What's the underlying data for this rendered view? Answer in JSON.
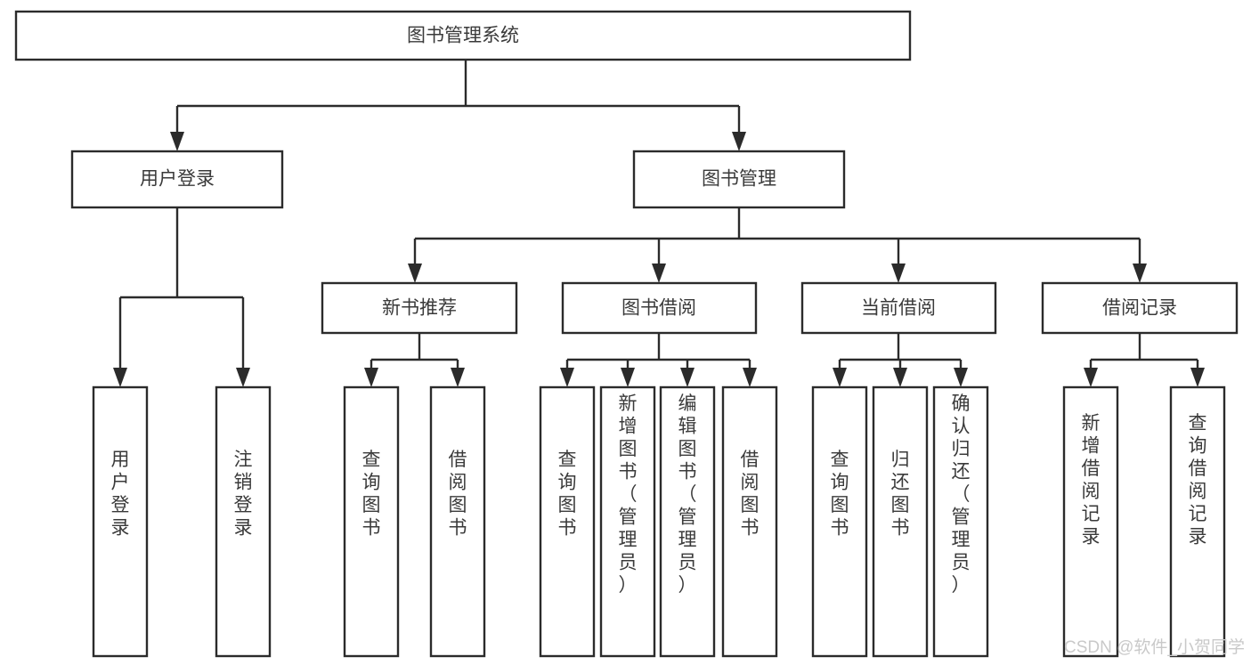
{
  "diagram": {
    "title": "图书管理系统",
    "type": "tree-hierarchy",
    "root": {
      "id": "root",
      "label": "图书管理系统"
    },
    "level2": [
      {
        "id": "user-login",
        "label": "用户登录"
      },
      {
        "id": "book-management",
        "label": "图书管理"
      }
    ],
    "level3": [
      {
        "id": "new-book-recommend",
        "label": "新书推荐",
        "parent": "book-management"
      },
      {
        "id": "book-borrow",
        "label": "图书借阅",
        "parent": "book-management"
      },
      {
        "id": "current-borrow",
        "label": "当前借阅",
        "parent": "book-management"
      },
      {
        "id": "borrow-record",
        "label": "借阅记录",
        "parent": "book-management"
      }
    ],
    "leaves": {
      "user_login": [
        {
          "id": "leaf-user-login",
          "label": "用户登录"
        },
        {
          "id": "leaf-logout-login",
          "label": "注销登录"
        }
      ],
      "new_book_recommend": [
        {
          "id": "leaf-query-book-1",
          "label": "查询图书"
        },
        {
          "id": "leaf-borrow-book-1",
          "label": "借阅图书"
        }
      ],
      "book_borrow": [
        {
          "id": "leaf-query-book-2",
          "label": "查询图书"
        },
        {
          "id": "leaf-add-book",
          "label": "新增图书（管理员）"
        },
        {
          "id": "leaf-edit-book",
          "label": "编辑图书（管理员）"
        },
        {
          "id": "leaf-borrow-book-2",
          "label": "借阅图书"
        }
      ],
      "current_borrow": [
        {
          "id": "leaf-query-book-3",
          "label": "查询图书"
        },
        {
          "id": "leaf-return-book",
          "label": "归还图书"
        },
        {
          "id": "leaf-confirm-return",
          "label": "确认归还（管理员）"
        }
      ],
      "borrow_record": [
        {
          "id": "leaf-add-record",
          "label": "新增借阅记录"
        },
        {
          "id": "leaf-query-record",
          "label": "查询借阅记录"
        }
      ]
    }
  },
  "watermark": {
    "text": "CSDN @软件_小贺同学"
  },
  "colors": {
    "background": "#ffffff",
    "stroke": "#2b2b2b",
    "text": "#3a3a3a",
    "watermark": "#c9c9c9"
  }
}
